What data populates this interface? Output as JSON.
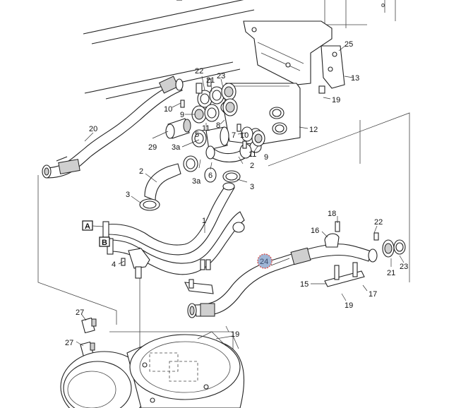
{
  "diagram": {
    "part_labels": {
      "p1": "1",
      "p2a": "2",
      "p2b": "2",
      "p3a": "3",
      "p3b": "3",
      "p3a_a": "3a",
      "p3a_b": "3a",
      "p4": "4",
      "p5": "5",
      "p6": "6",
      "p7": "7",
      "p8": "8",
      "p9a": "9",
      "p9b": "9",
      "p10a": "10",
      "p10b": "10",
      "p11a": "11",
      "p11b": "11",
      "p12": "12",
      "p13": "13",
      "p15": "15",
      "p16": "16",
      "p17": "17",
      "p18": "18",
      "p19a": "19",
      "p19b": "19",
      "p19c": "19",
      "p20": "20",
      "p21a": "21",
      "p21b": "21",
      "p22a": "22",
      "p22b": "22",
      "p23a": "23",
      "p23b": "23",
      "p24": "24",
      "p25": "25",
      "p27a": "27",
      "p27b": "27",
      "p29": "29",
      "p_o": "o"
    },
    "box_labels": {
      "a": "A",
      "b": "B"
    },
    "highlight_color": "#d9534f",
    "highlight_fill": "#9fb6d6"
  }
}
